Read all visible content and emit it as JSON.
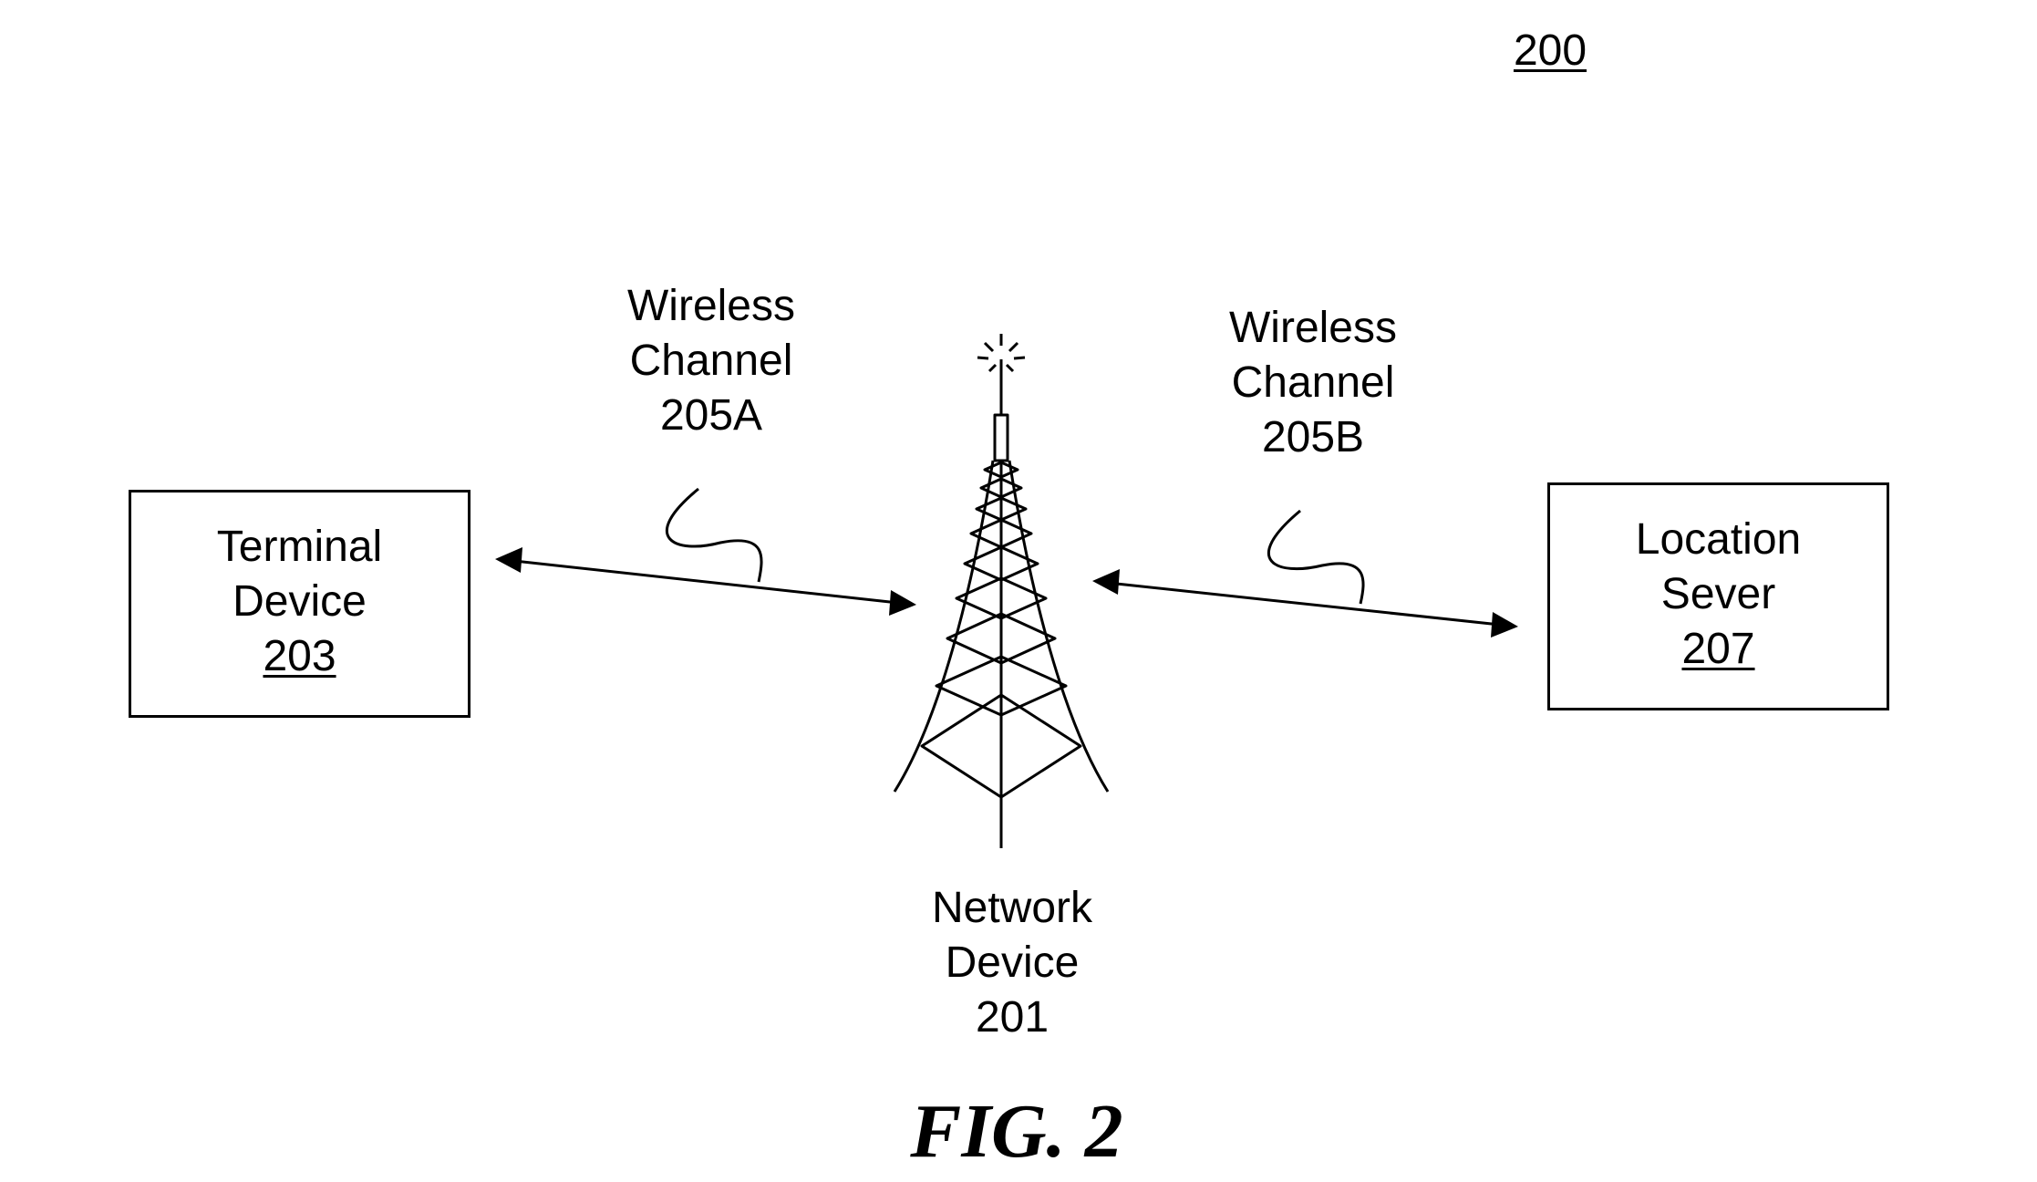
{
  "figure_number": "200",
  "figure_caption": "FIG. 2",
  "nodes": {
    "terminal": {
      "line1": "Terminal",
      "line2": "Device",
      "ref": "203"
    },
    "network": {
      "line1": "Network",
      "line2": "Device",
      "ref": "201"
    },
    "server": {
      "line1": "Location",
      "line2": "Sever",
      "ref": "207"
    }
  },
  "channels": {
    "a": {
      "line1": "Wireless",
      "line2": "Channel",
      "ref": "205A"
    },
    "b": {
      "line1": "Wireless",
      "line2": "Channel",
      "ref": "205B"
    }
  },
  "icons": {
    "tower": "antenna-tower-icon"
  }
}
